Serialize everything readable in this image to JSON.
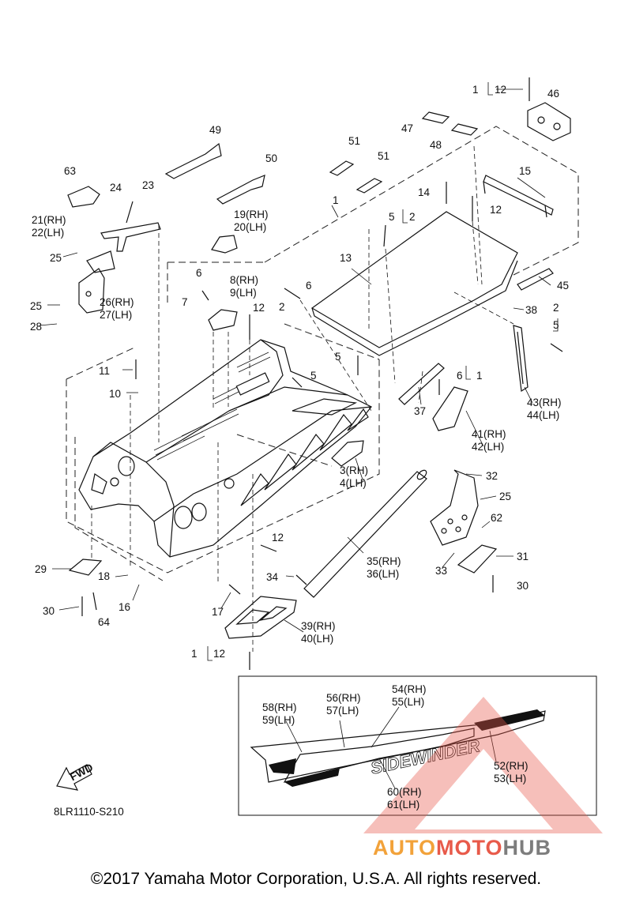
{
  "diagram_code": "8LR1110-S210",
  "fwd_label": "FWD",
  "copyright": "©2017 Yamaha Motor Corporation, U.S.A. All rights reserved.",
  "watermark": {
    "part1": "AUTO",
    "part2": "MOTO",
    "part3": "HUB"
  },
  "labels": {
    "p1a": "1",
    "p12a": "12",
    "p46": "46",
    "p47": "47",
    "p48": "48",
    "p49": "49",
    "p50": "50",
    "p51a": "51",
    "p51b": "51",
    "p63": "63",
    "p24": "24",
    "p23": "23",
    "p21": "21(RH)",
    "p22": "22(LH)",
    "p19": "19(RH)",
    "p20": "20(LH)",
    "p1b": "1",
    "p15": "15",
    "p14": "14",
    "p12b": "12",
    "p5a": "5",
    "p2a": "2",
    "p25a": "25",
    "p13": "13",
    "p6a": "6",
    "p8": "8(RH)",
    "p9": "9(LH)",
    "p6b": "6",
    "p45": "45",
    "p7": "7",
    "p12c": "12",
    "p2b": "2",
    "p26": "26(RH)",
    "p27": "27(LH)",
    "p25b": "25",
    "p28": "28",
    "p38": "38",
    "p2c": "2",
    "p5b": "5",
    "p5c": "5",
    "p11": "11",
    "p5d": "5",
    "p6c": "6",
    "p1c": "1",
    "p10": "10",
    "p37": "37",
    "p43": "43(RH)",
    "p44": "44(LH)",
    "p41": "41(RH)",
    "p42": "42(LH)",
    "p3": "3(RH)",
    "p4": "4(LH)",
    "p32": "32",
    "p25c": "25",
    "p62": "62",
    "p12d": "12",
    "p31": "31",
    "p35": "35(RH)",
    "p36": "36(LH)",
    "p33": "33",
    "p30a": "30",
    "p29": "29",
    "p18": "18",
    "p34": "34",
    "p16": "16",
    "p30b": "30",
    "p64": "64",
    "p17": "17",
    "p39": "39(RH)",
    "p40": "40(LH)",
    "p1d": "1",
    "p12e": "12",
    "p58": "58(RH)",
    "p59": "59(LH)",
    "p56": "56(RH)",
    "p57": "57(LH)",
    "p54": "54(RH)",
    "p55": "55(LH)",
    "p52": "52(RH)",
    "p53": "53(LH)",
    "p60": "60(RH)",
    "p61": "61(LH)"
  },
  "colors": {
    "line": "#111111",
    "watermark_triangle": "#e85a4a",
    "watermark_auto": "#f2a23a",
    "watermark_moto": "#e85a4a",
    "watermark_hub": "#7d7d7d"
  }
}
